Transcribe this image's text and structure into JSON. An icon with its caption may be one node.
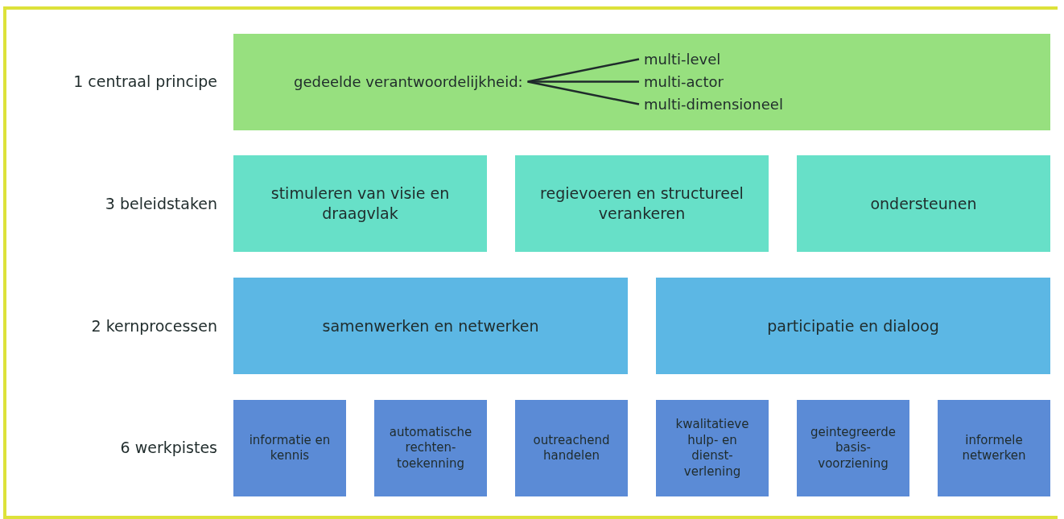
{
  "diagram": {
    "nodes": [
      {
        "text": [],
        "shape": "box"
      },
      {
        "text": [
          "gedeelde verantwoordelijkheid:"
        ],
        "in": 0
      },
      {
        "text": [
          "multi-level"
        ],
        "in": 0
      },
      {
        "text": [
          "multi-actor"
        ],
        "in": 0
      },
      {
        "text": [
          "multi-dimensioneel"
        ],
        "in": 0
      },
      {
        "text": [
          "stimuleren van visie en draagvlak"
        ]
      },
      {
        "text": [
          "regievoeren en structureel verankeren"
        ]
      },
      {
        "text": [
          "ondersteunen"
        ]
      },
      {
        "text": [
          "samenwerken en netwerken"
        ]
      },
      {
        "text": [
          "participatie en dialoog"
        ]
      },
      {
        "text": [
          "informatie en kennis"
        ]
      },
      {
        "text": [
          "automatische rechten- toekenning"
        ]
      },
      {
        "text": [
          "outreachend handelen"
        ]
      },
      {
        "text": [
          "kwalitatieve hulp- en dienst- verlening"
        ]
      },
      {
        "text": [
          "geintegreerde basis- voorziening"
        ]
      },
      {
        "text": [
          "informele netwerken"
        ]
      }
    ],
    "edges": [
      {
        "from": 1,
        "to": 2,
        "arrow": "none"
      },
      {
        "from": 1,
        "to": 3,
        "arrow": "none"
      },
      {
        "from": 1,
        "to": 4,
        "arrow": "none"
      }
    ],
    "labels": [
      "1 centraal principe",
      "3 beleidstaken",
      "2 kernprocessen",
      "6 werkpistes"
    ]
  }
}
